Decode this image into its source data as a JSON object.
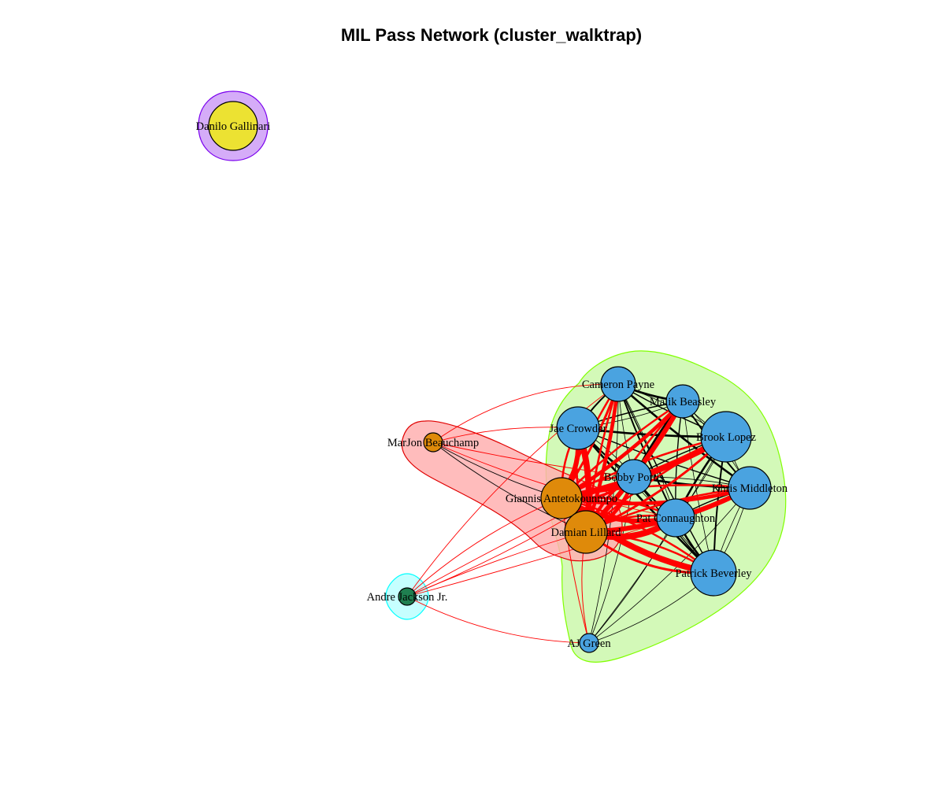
{
  "title": "MIL Pass Network (cluster_walktrap)",
  "colors": {
    "group_blue": "#4aa3e0",
    "group_orange": "#df8a0a",
    "group_yellow": "#ece232",
    "group_green": "#1f7f50",
    "hull_green_fill": "#d3f9b8",
    "hull_green_stroke": "#80ff00",
    "hull_red_fill": "#ffb0b0",
    "hull_red_stroke": "#e00000",
    "hull_cyan_fill": "#c6ffff",
    "hull_cyan_stroke": "#00ffff",
    "hull_purple_fill": "#d5acf8",
    "hull_purple_stroke": "#7a00ee",
    "edge_between": "#ff0000",
    "edge_within": "#000000"
  },
  "nodes": [
    {
      "id": "danilo",
      "label": "Danilo Gallinari",
      "group": "yellow"
    },
    {
      "id": "cameron",
      "label": "Cameron Payne",
      "group": "blue"
    },
    {
      "id": "malik",
      "label": "Malik Beasley",
      "group": "blue"
    },
    {
      "id": "jae",
      "label": "Jae Crowder",
      "group": "blue"
    },
    {
      "id": "brook",
      "label": "Brook Lopez",
      "group": "blue"
    },
    {
      "id": "bobby",
      "label": "Bobby Portis",
      "group": "blue"
    },
    {
      "id": "khris",
      "label": "Khris Middleton",
      "group": "blue"
    },
    {
      "id": "pat",
      "label": "Pat Connaughton",
      "group": "blue"
    },
    {
      "id": "patrick",
      "label": "Patrick Beverley",
      "group": "blue"
    },
    {
      "id": "ajgreen",
      "label": "AJ Green",
      "group": "blue"
    },
    {
      "id": "marjon",
      "label": "MarJon Beauchamp",
      "group": "orange"
    },
    {
      "id": "giannis",
      "label": "Giannis Antetokounmpo",
      "group": "orange"
    },
    {
      "id": "damian",
      "label": "Damian Lillard",
      "group": "orange"
    },
    {
      "id": "andre",
      "label": "Andre Jackson Jr.",
      "group": "green"
    }
  ]
}
